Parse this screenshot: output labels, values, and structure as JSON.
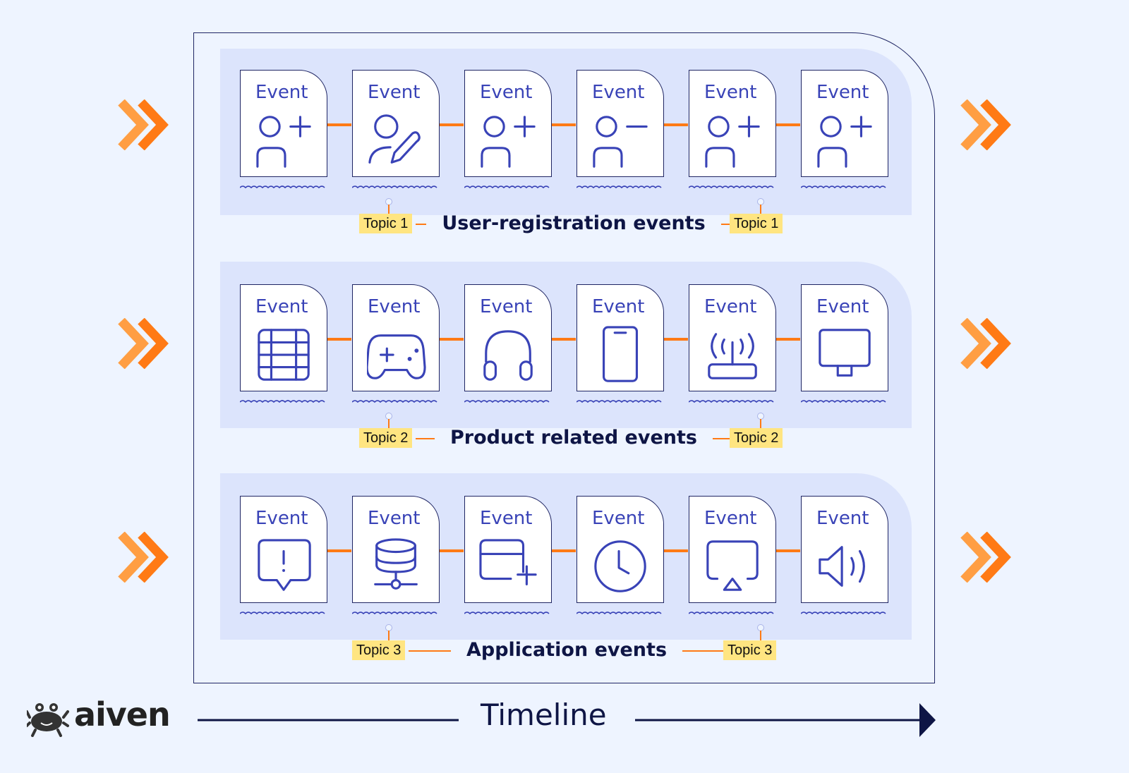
{
  "rows": [
    {
      "title": "User-registration events",
      "topic": "Topic 1",
      "cards": [
        {
          "label": "Event",
          "icon": "user-add-icon"
        },
        {
          "label": "Event",
          "icon": "user-edit-icon"
        },
        {
          "label": "Event",
          "icon": "user-add-icon"
        },
        {
          "label": "Event",
          "icon": "user-remove-icon"
        },
        {
          "label": "Event",
          "icon": "user-add-icon"
        },
        {
          "label": "Event",
          "icon": "user-add-icon"
        }
      ]
    },
    {
      "title": "Product related events",
      "topic": "Topic 2",
      "cards": [
        {
          "label": "Event",
          "icon": "film-icon"
        },
        {
          "label": "Event",
          "icon": "gamepad-icon"
        },
        {
          "label": "Event",
          "icon": "headphones-icon"
        },
        {
          "label": "Event",
          "icon": "phone-icon"
        },
        {
          "label": "Event",
          "icon": "router-icon"
        },
        {
          "label": "Event",
          "icon": "monitor-icon"
        }
      ]
    },
    {
      "title": "Application events",
      "topic": "Topic 3",
      "cards": [
        {
          "label": "Event",
          "icon": "alert-message-icon"
        },
        {
          "label": "Event",
          "icon": "database-icon"
        },
        {
          "label": "Event",
          "icon": "card-add-icon"
        },
        {
          "label": "Event",
          "icon": "clock-icon"
        },
        {
          "label": "Event",
          "icon": "airplay-icon"
        },
        {
          "label": "Event",
          "icon": "volume-icon"
        }
      ]
    }
  ],
  "timeline": {
    "label": "Timeline"
  },
  "brand": {
    "name": "aiven",
    "icon": "crab-logo-icon"
  },
  "colors": {
    "accent": "#ff7a15",
    "ink": "#3943b7",
    "navy": "#0e1545",
    "topic_bg": "#ffe581",
    "panel": "#dce4fc",
    "background": "#eef4ff"
  }
}
